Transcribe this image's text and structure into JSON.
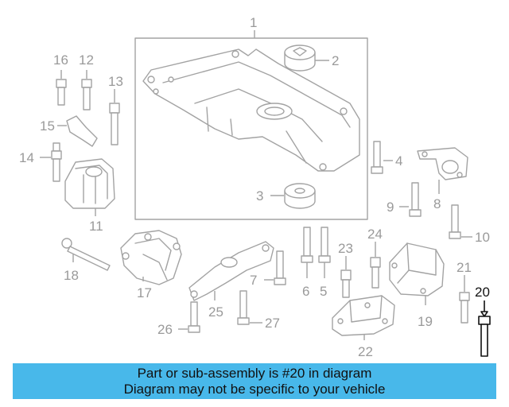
{
  "diagram": {
    "callouts": [
      "1",
      "2",
      "3",
      "4",
      "5",
      "6",
      "7",
      "8",
      "9",
      "10",
      "11",
      "12",
      "13",
      "14",
      "15",
      "16",
      "17",
      "18",
      "19",
      "20",
      "21",
      "22",
      "23",
      "24",
      "25",
      "26",
      "27"
    ],
    "highlighted": "20",
    "colors": {
      "line": "#a3a3a3",
      "label": "#9a9a9a",
      "highlight": "#111111",
      "banner": "#48b8ea"
    }
  },
  "banner": {
    "line1": "Part or sub-assembly is #20 in diagram",
    "line2": "Diagram may not be specific to your vehicle"
  }
}
